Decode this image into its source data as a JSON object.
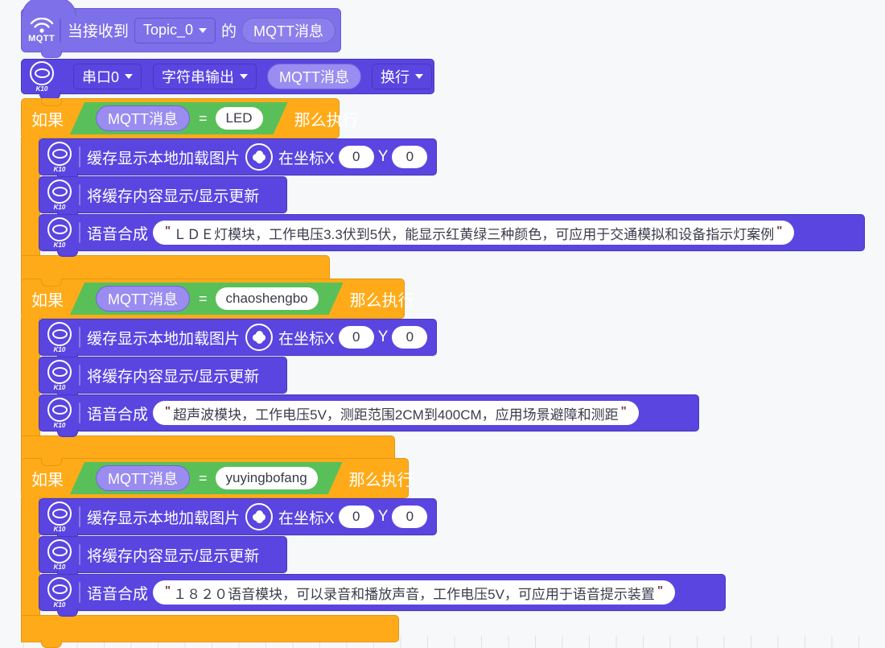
{
  "workspace": {
    "background_color": "#f7f8f9",
    "grid": "dot-grid"
  },
  "palette": {
    "event_purple": "#7e70e8",
    "k10_blue": "#5b45e0",
    "control_orange": "#ffab19",
    "operator_green": "#59c059",
    "field_white": "#ffffff"
  },
  "hat_block": {
    "icon": "mqtt-wifi-icon",
    "icon_label": "MQTT",
    "text_when_received": "当接收到",
    "topic_value": "Topic_0",
    "text_de": "的",
    "message_reporter": "MQTT消息"
  },
  "serial_print_block": {
    "icon": "k10-icon",
    "icon_label": "K10",
    "port_value": "串口0",
    "mode_value": "字符串输出",
    "message_reporter": "MQTT消息",
    "newline_value": "换行"
  },
  "if_blocks": [
    {
      "if_label": "如果",
      "then_label": "那么执行",
      "condition": {
        "left_reporter": "MQTT消息",
        "operator": "=",
        "right_value": "LED"
      },
      "body": [
        {
          "type": "image-draw",
          "icon": "k10-icon",
          "icon_label": "K10",
          "label_before_image": "缓存显示本地加载图片",
          "image_icon": "flower-image-icon",
          "label_x": "在坐标X",
          "x_value": "0",
          "label_y": "Y",
          "y_value": "0"
        },
        {
          "type": "buffer-refresh",
          "icon": "k10-icon",
          "icon_label": "K10",
          "label": "将缓存内容显示/显示更新"
        },
        {
          "type": "speech",
          "icon": "k10-icon",
          "icon_label": "K10",
          "label": "语音合成",
          "text_value": "ＬＤＥ灯模块，工作电压3.3伏到5伏，能显示红黄绿三种颜色，可应用于交通模拟和设备指示灯案例"
        }
      ]
    },
    {
      "if_label": "如果",
      "then_label": "那么执行",
      "condition": {
        "left_reporter": "MQTT消息",
        "operator": "=",
        "right_value": "chaoshengbo"
      },
      "body": [
        {
          "type": "image-draw",
          "icon": "k10-icon",
          "icon_label": "K10",
          "label_before_image": "缓存显示本地加载图片",
          "image_icon": "flower-image-icon",
          "label_x": "在坐标X",
          "x_value": "0",
          "label_y": "Y",
          "y_value": "0"
        },
        {
          "type": "buffer-refresh",
          "icon": "k10-icon",
          "icon_label": "K10",
          "label": "将缓存内容显示/显示更新"
        },
        {
          "type": "speech",
          "icon": "k10-icon",
          "icon_label": "K10",
          "label": "语音合成",
          "text_value": "超声波模块，工作电压5V，测距范围2CM到400CM，应用场景避障和测距"
        }
      ]
    },
    {
      "if_label": "如果",
      "then_label": "那么执行",
      "condition": {
        "left_reporter": "MQTT消息",
        "operator": "=",
        "right_value": "yuyingbofang"
      },
      "body": [
        {
          "type": "image-draw",
          "icon": "k10-icon",
          "icon_label": "K10",
          "label_before_image": "缓存显示本地加载图片",
          "image_icon": "flower-image-icon",
          "label_x": "在坐标X",
          "x_value": "0",
          "label_y": "Y",
          "y_value": "0"
        },
        {
          "type": "buffer-refresh",
          "icon": "k10-icon",
          "icon_label": "K10",
          "label": "将缓存内容显示/显示更新"
        },
        {
          "type": "speech",
          "icon": "k10-icon",
          "icon_label": "K10",
          "label": "语音合成",
          "text_value": "１８２０语音模块，可以录音和播放声音，工作电压5V，可应用于语音提示装置"
        }
      ]
    }
  ]
}
